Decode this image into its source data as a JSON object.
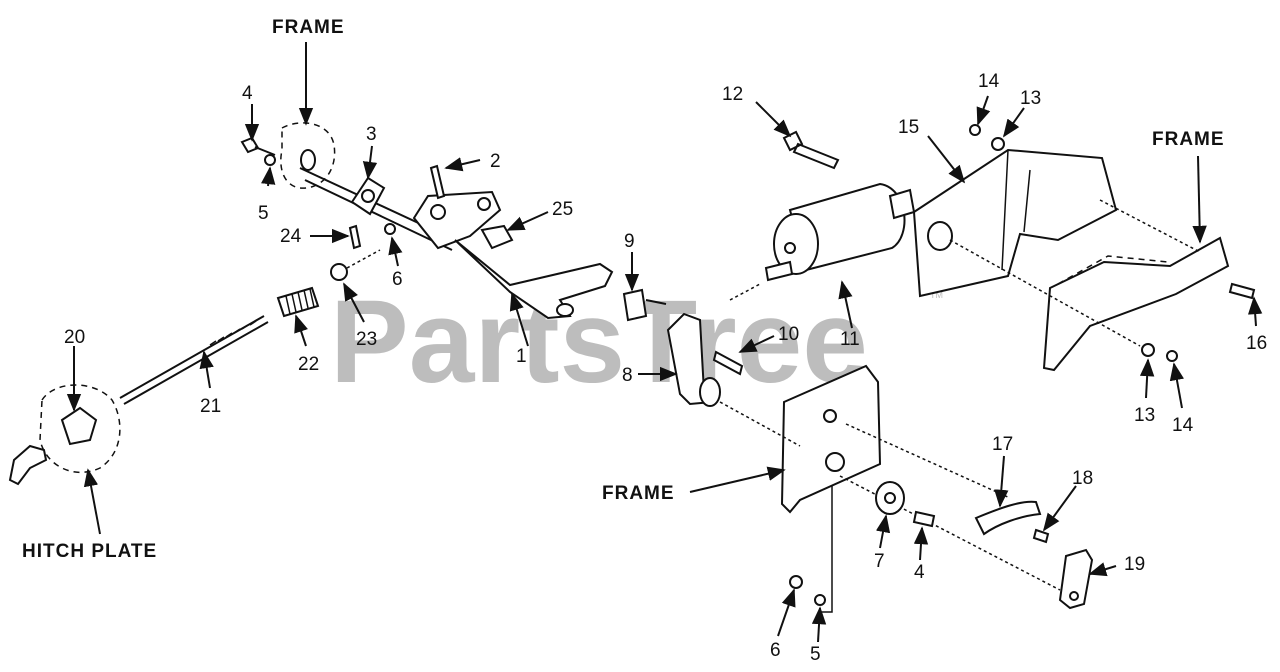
{
  "watermark": "PartsTree",
  "trademark": "TM",
  "labels": {
    "frame_top": "FRAME",
    "frame_right": "FRAME",
    "frame_bottom": "FRAME",
    "hitch_plate": "HITCH PLATE"
  },
  "callouts": {
    "n1": "1",
    "n2": "2",
    "n3": "3",
    "n4a": "4",
    "n4b": "4",
    "n5a": "5",
    "n5b": "5",
    "n6a": "6",
    "n6b": "6",
    "n7": "7",
    "n8": "8",
    "n9": "9",
    "n10": "10",
    "n11": "11",
    "n12": "12",
    "n13a": "13",
    "n13b": "13",
    "n14a": "14",
    "n14b": "14",
    "n15": "15",
    "n16": "16",
    "n17": "17",
    "n18": "18",
    "n19": "19",
    "n20": "20",
    "n21": "21",
    "n22": "22",
    "n23": "23",
    "n24": "24",
    "n25": "25"
  }
}
